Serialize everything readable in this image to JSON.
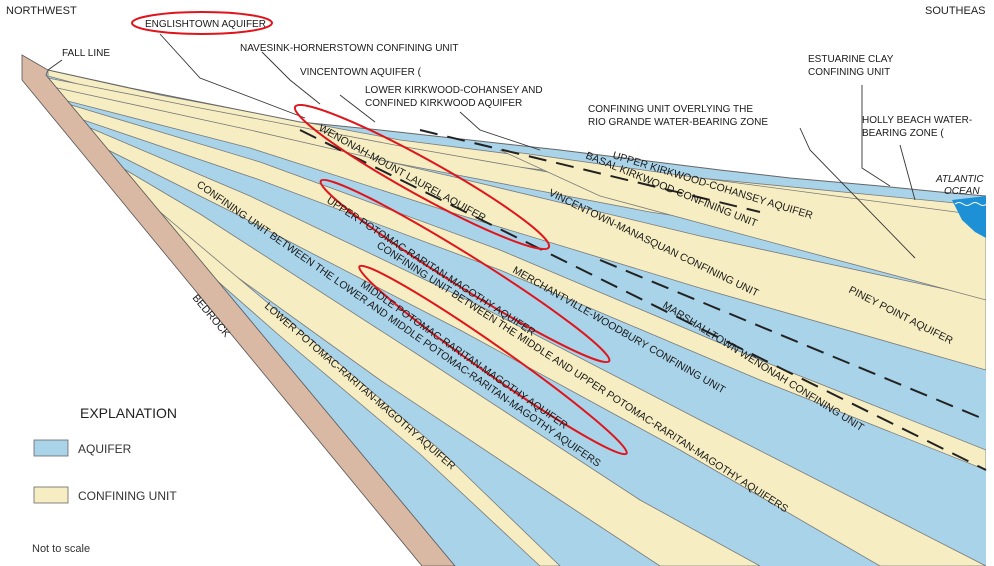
{
  "corners": {
    "northwest": "NORTHWEST",
    "southeast": "SOUTHEAS"
  },
  "labels": {
    "fall_line": "FALL LINE",
    "englishtown": "ENGLISHTOWN AQUIFER",
    "navesink": "NAVESINK-HORNERSTOWN CONFINING UNIT",
    "vincentown": "VINCENTOWN AQUIFER (",
    "lower_kirkwood_1": "LOWER KIRKWOOD-COHANSEY AND",
    "lower_kirkwood_2": "CONFINED KIRKWOOD AQUIFER",
    "confining_rio_1": "CONFINING UNIT OVERLYING THE",
    "confining_rio_2": "RIO GRANDE WATER-BEARING ZONE",
    "estuarine_1": "ESTUARINE CLAY",
    "estuarine_2": "CONFINING UNIT",
    "holly_1": "HOLLY BEACH WATER-",
    "holly_2": "BEARING ZONE (",
    "atlantic_1": "ATLANTIC",
    "atlantic_2": "OCEAN"
  },
  "layer_labels": {
    "upper_kirkwood": "UPPER KIRKWOOD-COHANSEY AQUIFER",
    "basal_kirkwood": "BASAL KIRKWOOD CONFINING UNIT",
    "wenonah": "WENONAH-MOUNT LAUREL AQUIFER",
    "vincentown_manasquan": "VINCENTOWN-MANASQUAN CONFINING UNIT",
    "piney_point": "PINEY POINT AQUIFER",
    "upper_prm": "UPPER POTOMAC-RARITAN-MAGOTHY AQUIFER",
    "merchantville": "MERCHANTVILLE-WOODBURY CONFINING UNIT",
    "marshalltown": "MARSHALLTOWN WENONAH CONFINING UNIT",
    "confining_middle_upper": "CONFINING UNIT BETWEEN THE MIDDLE AND UPPER POTOMAC-RARITAN-MAGOTHY AQUIFERS",
    "middle_prm": "MIDDLE POTOMAC-RARITAN-MAGOTHY AQUIFER",
    "confining_lower_middle": "CONFINING UNIT BETWEEN THE LOWER AND MIDDLE POTOMAC-RARITAN-MAGOTHY AQUIFERS",
    "lower_prm": "LOWER POTOMAC-RARITAN-MAGOTHY AQUIFER",
    "bedrock": "BEDROCK"
  },
  "legend": {
    "title": "EXPLANATION",
    "aquifer": "AQUIFER",
    "confining": "CONFINING UNIT",
    "note": "Not to scale"
  },
  "colors": {
    "aquifer": "#a9d3e8",
    "confining": "#f6eec2",
    "bedrock": "#d9b8a4",
    "ocean": "#1e90d6",
    "highlight": "#e0141b"
  }
}
